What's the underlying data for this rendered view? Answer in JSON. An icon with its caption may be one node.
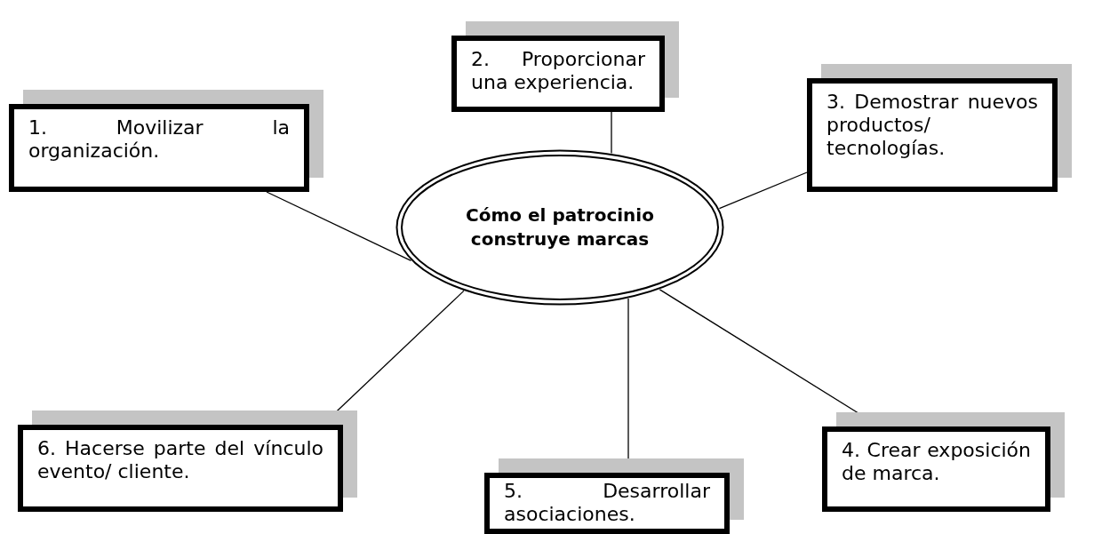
{
  "diagram": {
    "nodes": [
      {
        "text": [
          "Cómo el patrocinio construye marcas"
        ]
      },
      {
        "text": [
          "1. Movilizar la organización."
        ]
      },
      {
        "text": [
          "2. Proporcionar una experiencia."
        ]
      },
      {
        "text": [
          "3. Demostrar nuevos productos/ tecnologías."
        ]
      },
      {
        "text": [
          "4. Crear exposición de marca."
        ]
      },
      {
        "text": [
          "5. Desarrollar asociaciones."
        ]
      },
      {
        "text": [
          "6. Hacerse parte del vínculo evento/ cliente."
        ]
      }
    ],
    "edges": [
      {
        "from": 1,
        "to": 0,
        "arrow": "none"
      },
      {
        "from": 2,
        "to": 0,
        "arrow": "none"
      },
      {
        "from": 3,
        "to": 0,
        "arrow": "none"
      },
      {
        "from": 4,
        "to": 0,
        "arrow": "none"
      },
      {
        "from": 5,
        "to": 0,
        "arrow": "none"
      },
      {
        "from": 6,
        "to": 0,
        "arrow": "none"
      }
    ]
  }
}
